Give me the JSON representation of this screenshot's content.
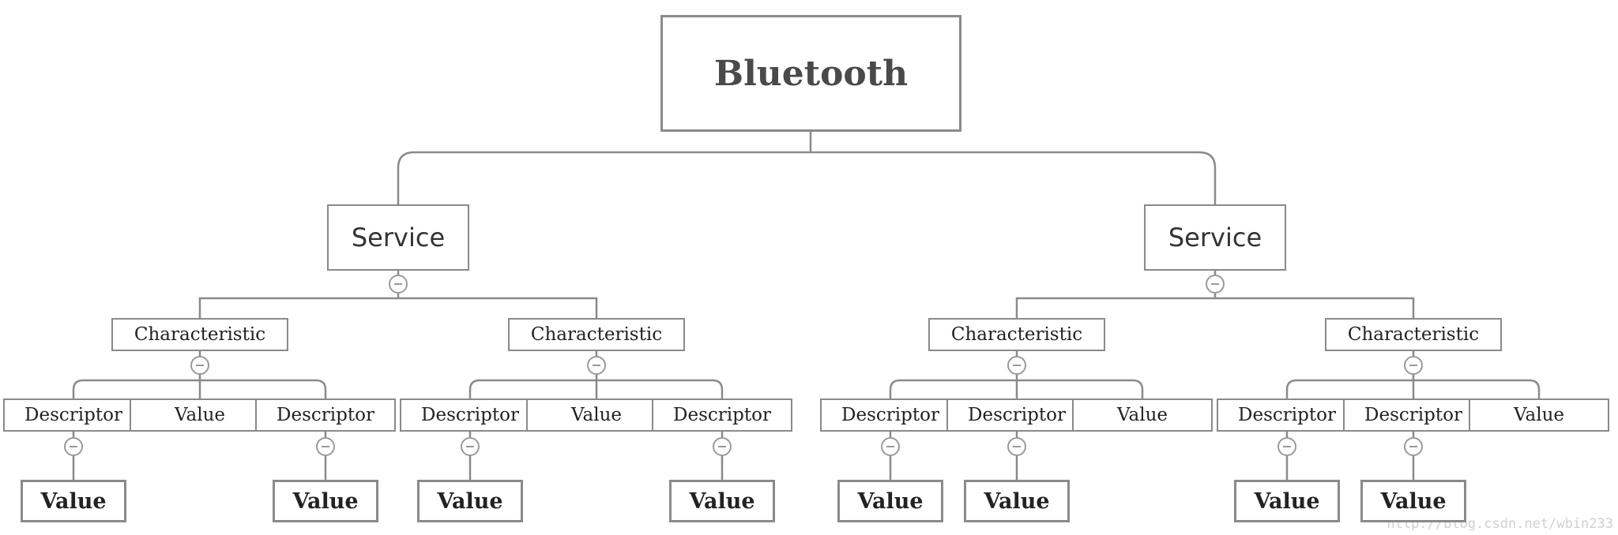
{
  "root": {
    "label": "Bluetooth"
  },
  "services": [
    {
      "label": "Service",
      "characteristics": [
        {
          "label": "Characteristic",
          "children": [
            {
              "label": "Descriptor",
              "value": "Value"
            },
            {
              "label": "Value"
            },
            {
              "label": "Descriptor",
              "value": "Value"
            }
          ]
        },
        {
          "label": "Characteristic",
          "children": [
            {
              "label": "Descriptor",
              "value": "Value"
            },
            {
              "label": "Value"
            },
            {
              "label": "Descriptor",
              "value": "Value"
            }
          ]
        }
      ]
    },
    {
      "label": "Service",
      "characteristics": [
        {
          "label": "Characteristic",
          "children": [
            {
              "label": "Descriptor",
              "value": "Value"
            },
            {
              "label": "Descriptor",
              "value": "Value"
            },
            {
              "label": "Value"
            }
          ]
        },
        {
          "label": "Characteristic",
          "children": [
            {
              "label": "Descriptor",
              "value": "Value"
            },
            {
              "label": "Descriptor",
              "value": "Value"
            },
            {
              "label": "Value"
            }
          ]
        }
      ]
    }
  ],
  "watermark": "http://blog.csdn.net/wbin233",
  "colors": {
    "stroke": "#8a8a8a",
    "text": "#333333",
    "background": "#ffffff"
  }
}
